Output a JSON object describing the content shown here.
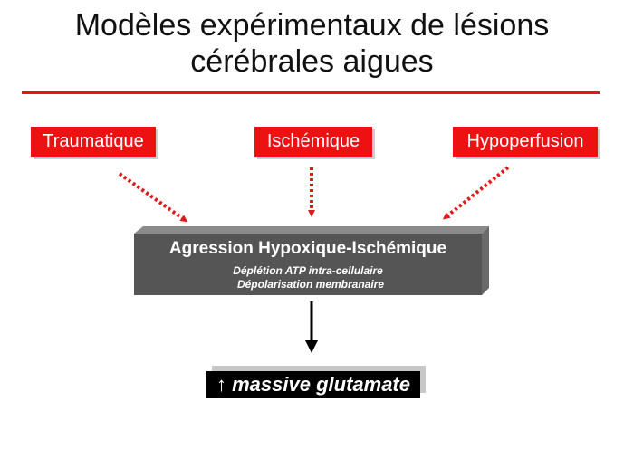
{
  "title": {
    "line1": "Modèles expérimentaux de lésions",
    "line2": "cérébrales aigues"
  },
  "causes": [
    "Traumatique",
    "Ischémique",
    "Hypoperfusion"
  ],
  "aggression": {
    "title": "Agression Hypoxique-Ischémique",
    "line1": "Déplétion ATP intra-cellulaire",
    "line2": "Dépolarisation membranaire"
  },
  "outcome": {
    "label": "↑ massive glutamate"
  },
  "colors": {
    "accent_red": "#ee1111",
    "box_front": "#555555",
    "box_top": "#8a8a8a",
    "box_side": "#6a6a6a",
    "arrow_red": "#e01a1a"
  }
}
